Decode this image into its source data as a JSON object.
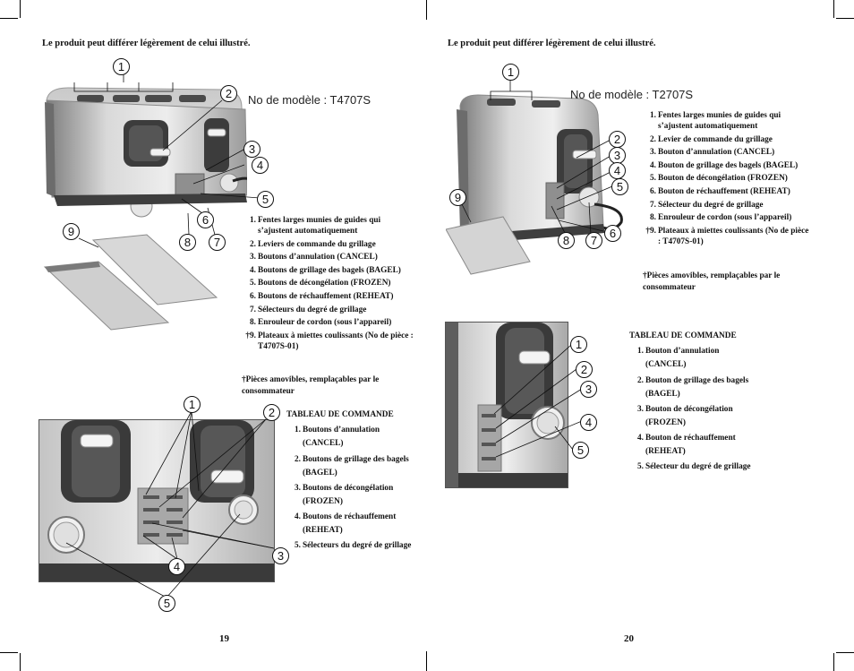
{
  "pages": [
    {
      "header": "Le produit peut différer légèrement de celui illustré.",
      "model_label": "No de modèle : T4707S",
      "parts": [
        {
          "n": "1.",
          "text": "Fentes larges munies de guides qui s’ajustent automatiquement"
        },
        {
          "n": "2.",
          "text": "Leviers de commande du grillage"
        },
        {
          "n": "3.",
          "text": "Boutons d’annulation (CANCEL)"
        },
        {
          "n": "4.",
          "text": "Boutons de grillage des bagels (BAGEL)"
        },
        {
          "n": "5.",
          "text": "Boutons de décongélation (FROZEN)"
        },
        {
          "n": "6.",
          "text": "Boutons de réchauffement (REHEAT)"
        },
        {
          "n": "7.",
          "text": "Sélecteurs du degré de grillage"
        },
        {
          "n": "8.",
          "text": "Enrouleur de cordon (sous l’appareil)"
        },
        {
          "n": "†9.",
          "text": "Plateaux à miettes coulissants (No de pièce : T4707S-01)"
        }
      ],
      "note": "†Pièces amovibles, remplaçables par le consommateur",
      "control_table": {
        "title": "TABLEAU DE COMMANDE",
        "items": [
          {
            "n": "1.",
            "text": "Boutons d’annulation (CANCEL)"
          },
          {
            "n": "2.",
            "text": "Boutons de grillage des bagels (BAGEL)"
          },
          {
            "n": "3.",
            "text": "Boutons de décongélation (FROZEN)"
          },
          {
            "n": "4.",
            "text": "Boutons de réchauffement (REHEAT)"
          },
          {
            "n": "5.",
            "text": "Sélecteurs du degré de grillage"
          }
        ]
      },
      "page_number": "19",
      "callouts_top": [
        "1",
        "2",
        "3",
        "4",
        "5",
        "6",
        "7",
        "8",
        "9"
      ],
      "callouts_bottom": [
        "1",
        "2",
        "3",
        "4",
        "5"
      ]
    },
    {
      "header": "Le produit peut différer légèrement de celui illustré.",
      "model_label": "No de modèle : T2707S",
      "parts": [
        {
          "n": "1.",
          "text": "Fentes larges munies de guides qui s’ajustent automatiquement"
        },
        {
          "n": "2.",
          "text": "Levier de commande du grillage"
        },
        {
          "n": "3.",
          "text": "Bouton d’annulation (CANCEL)"
        },
        {
          "n": "4.",
          "text": "Bouton de grillage des bagels (BAGEL)"
        },
        {
          "n": "5.",
          "text": "Bouton de décongélation (FROZEN)"
        },
        {
          "n": "6.",
          "text": "Bouton de réchauffement (REHEAT)"
        },
        {
          "n": "7.",
          "text": "Sélecteur du degré de grillage"
        },
        {
          "n": "8.",
          "text": "Enrouleur de cordon (sous l’appareil)"
        },
        {
          "n": "†9.",
          "text": "Plateaux à miettes coulissants (No de pièce : T4707S-01)"
        }
      ],
      "note": "†Pièces amovibles, remplaçables par le consommateur",
      "control_table": {
        "title": "TABLEAU DE COMMANDE",
        "items": [
          {
            "n": "1.",
            "text": "Bouton d’annulation (CANCEL)"
          },
          {
            "n": "2.",
            "text": "Bouton de grillage des bagels (BAGEL)"
          },
          {
            "n": "3.",
            "text": "Bouton de décongélation (FROZEN)"
          },
          {
            "n": "4.",
            "text": "Bouton de réchauffement (REHEAT)"
          },
          {
            "n": "5.",
            "text": "Sélecteur du degré de grillage"
          }
        ]
      },
      "page_number": "20",
      "callouts_top": [
        "1",
        "2",
        "3",
        "4",
        "5",
        "6",
        "7",
        "8",
        "9"
      ],
      "callouts_bottom": [
        "1",
        "2",
        "3",
        "4",
        "5"
      ]
    }
  ],
  "colors": {
    "ink": "#111111",
    "steel_light": "#e2e2e2",
    "steel_dark": "#8a8a8a",
    "slot": "#3a3a3a"
  }
}
